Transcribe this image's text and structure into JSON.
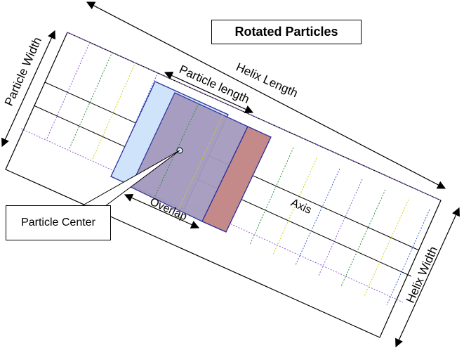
{
  "title": "Rotated Particles",
  "labels": {
    "particle_width": "Particle Width",
    "helix_length": "Helix Length",
    "particle_length": "Particle length",
    "axis": "Axis",
    "overlap": "Overlap",
    "helix_width": "Helix Width",
    "particle_center": "Particle Center"
  },
  "colors": {
    "outline": "#000000",
    "particle_blue_fill": "#cfe3fb",
    "particle_purple_fill": "#a59abd",
    "particle_red_fill": "#c48a8a",
    "particle_edge": "#2a2f9a",
    "dash_purple": "#8e5bd6",
    "dash_green": "#2f8f3a",
    "dash_yellow": "#d2cf1c",
    "dash_blue": "#3b5bd8"
  }
}
